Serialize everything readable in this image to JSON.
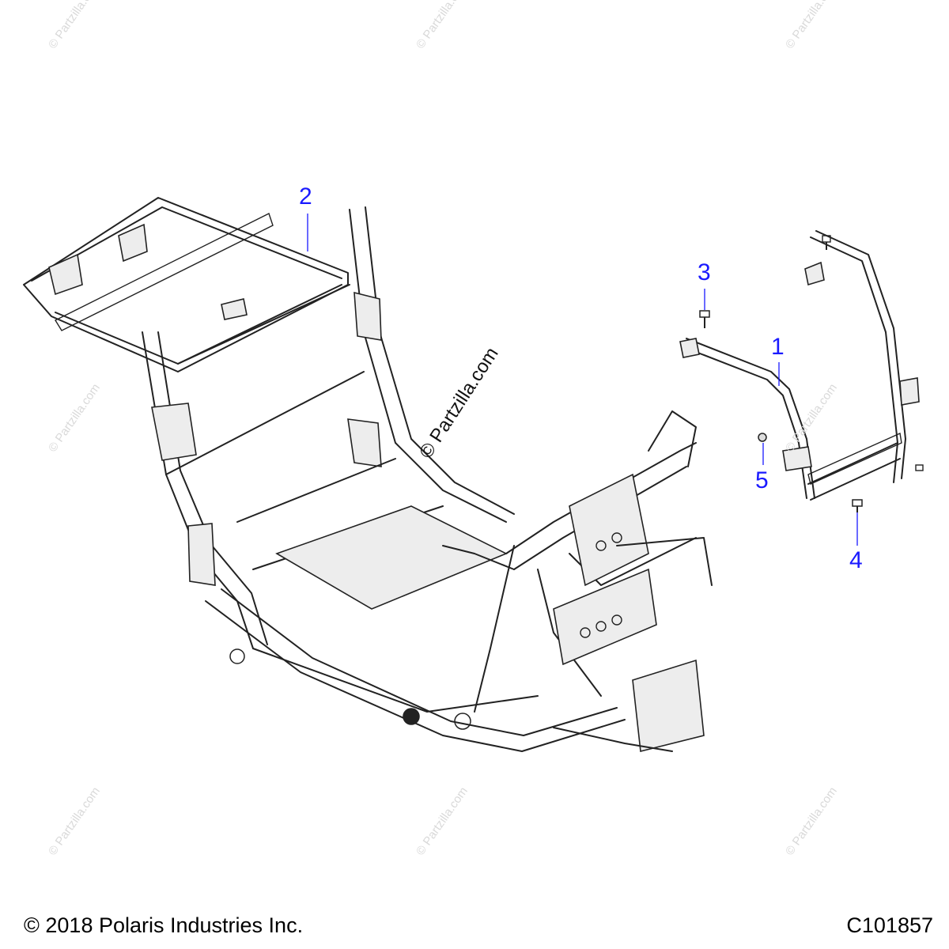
{
  "callouts": [
    {
      "id": "1",
      "label": "1"
    },
    {
      "id": "2",
      "label": "2"
    },
    {
      "id": "3",
      "label": "3"
    },
    {
      "id": "4",
      "label": "4"
    },
    {
      "id": "5",
      "label": "5"
    }
  ],
  "watermark": {
    "main": "© Partzilla.com",
    "repeat": "© Partzilla.com"
  },
  "footer": {
    "copyright": "© 2018 Polaris Industries Inc.",
    "figure_id": "C101857"
  },
  "colors": {
    "callout": "#1a1aff",
    "line": "#222222",
    "watermark": "#d9d9d9"
  }
}
